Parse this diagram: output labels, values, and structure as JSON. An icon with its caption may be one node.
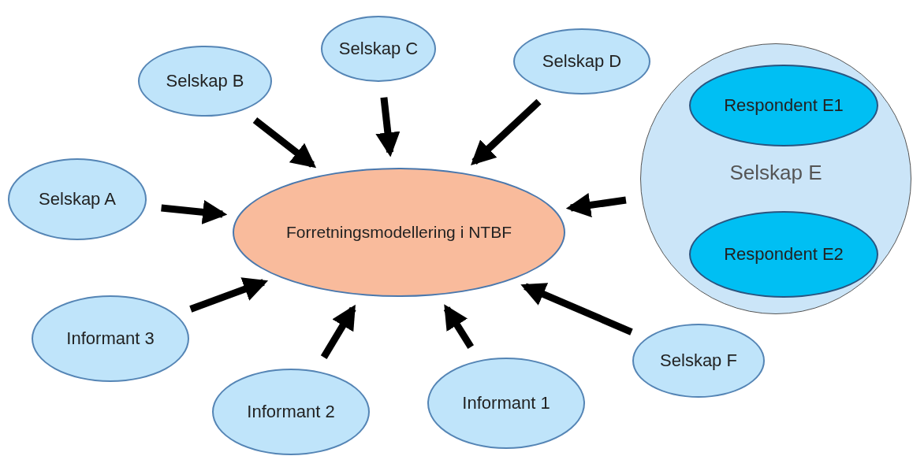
{
  "diagram": {
    "nodes": [
      {
        "text": [
          "Selskap C"
        ]
      },
      {
        "text": [
          "Selskap D"
        ]
      },
      {
        "text": [
          "Selskap B"
        ]
      },
      {
        "text": [
          "Selskap E"
        ]
      },
      {
        "text": [
          "Respondent E1"
        ],
        "in": 3
      },
      {
        "text": [
          "Respondent E2"
        ],
        "in": 3
      },
      {
        "text": [
          "Selskap A"
        ]
      },
      {
        "text": [
          "Forretningsmodellering i NTBF"
        ]
      },
      {
        "text": [
          "Informant 3"
        ]
      },
      {
        "text": [
          "Selskap F"
        ]
      },
      {
        "text": [
          "Informant 1"
        ]
      },
      {
        "text": [
          "Informant 2"
        ]
      }
    ],
    "edges": [
      {
        "from": 0,
        "to": 7,
        "arrow": "to"
      },
      {
        "from": 1,
        "to": 7,
        "arrow": "to"
      },
      {
        "from": 2,
        "to": 7,
        "arrow": "to"
      },
      {
        "from": 3,
        "to": 7,
        "arrow": "to"
      },
      {
        "from": 6,
        "to": 7,
        "arrow": "to"
      },
      {
        "from": 8,
        "to": 7,
        "arrow": "to"
      },
      {
        "from": 9,
        "to": 7,
        "arrow": "to"
      },
      {
        "from": 10,
        "to": 7,
        "arrow": "to"
      },
      {
        "from": 11,
        "to": 7,
        "arrow": "to"
      }
    ]
  }
}
